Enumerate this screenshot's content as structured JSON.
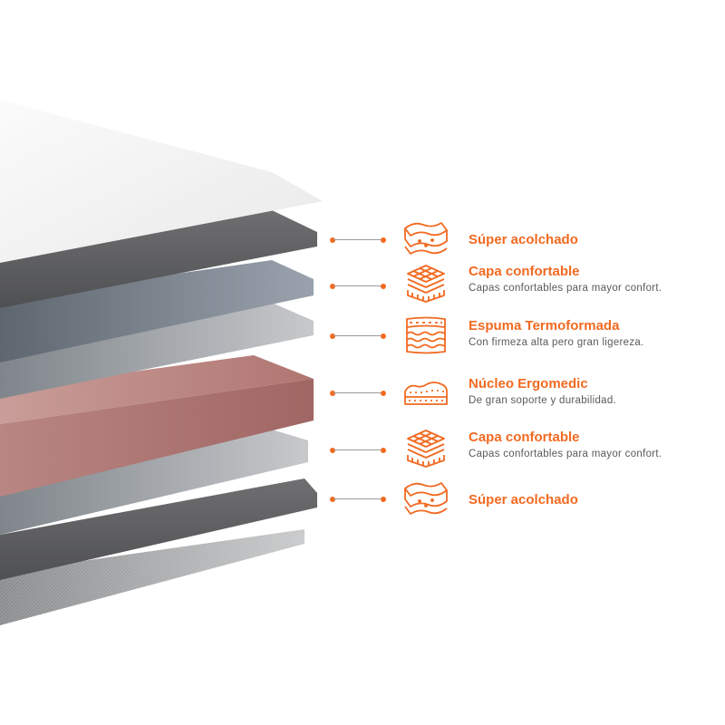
{
  "accent_color": "#f26a21",
  "layers": [
    {
      "title": "Súper acolchado",
      "description": "",
      "icon": "quilted-top-icon"
    },
    {
      "title": "Capa confortable",
      "description": "Capas confortables para mayor confort.",
      "icon": "comfort-layers-icon"
    },
    {
      "title": "Espuma Termoformada",
      "description": "Con firmeza alta pero gran ligereza.",
      "icon": "thermoformed-foam-icon"
    },
    {
      "title": "Núcleo Ergomedic",
      "description": "De gran soporte y durabilidad.",
      "icon": "ergonomic-core-icon"
    },
    {
      "title": "Capa confortable",
      "description": "Capas confortables para mayor confort.",
      "icon": "comfort-layers-icon"
    },
    {
      "title": "Súper acolchado",
      "description": "",
      "icon": "quilted-top-icon"
    }
  ]
}
